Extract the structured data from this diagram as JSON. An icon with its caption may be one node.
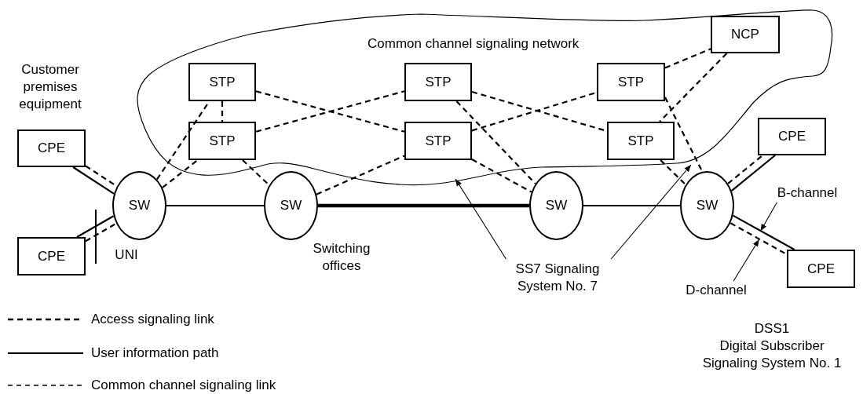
{
  "diagram": {
    "nodes": [
      {
        "text": [
          "Common channel signaling network"
        ]
      },
      {
        "text": [
          "STP"
        ],
        "in": 0
      },
      {
        "text": [
          "STP"
        ],
        "in": 0
      },
      {
        "text": [
          "STP"
        ],
        "in": 0
      },
      {
        "text": [
          "NCP"
        ],
        "in": 0
      },
      {
        "text": [
          "STP"
        ],
        "in": 0
      },
      {
        "text": [
          "STP"
        ],
        "in": 0
      },
      {
        "text": [
          "STP"
        ],
        "in": 0
      },
      {
        "text": [
          "CPE"
        ]
      },
      {
        "text": [
          "CPE"
        ]
      },
      {
        "text": [
          "SW"
        ]
      },
      {
        "text": [
          "SW"
        ]
      },
      {
        "text": [
          "SW"
        ]
      },
      {
        "text": [
          "SW"
        ]
      },
      {
        "text": [
          "CPE"
        ]
      },
      {
        "text": [
          "CPE"
        ]
      },
      {
        "text": [
          "SS7 Signaling System No. 7"
        ]
      },
      {
        "text": [
          "D-channel"
        ]
      },
      {
        "text": [
          "B-channel"
        ]
      }
    ],
    "edges": [
      {
        "from": 8,
        "to": 10,
        "arrow": "none"
      },
      {
        "from": 8,
        "to": 10,
        "arrow": "none",
        "style": "dashed"
      },
      {
        "from": 9,
        "to": 10,
        "arrow": "none"
      },
      {
        "from": 9,
        "to": 10,
        "arrow": "none",
        "style": "dashed"
      },
      {
        "from": 10,
        "to": 11,
        "arrow": "none"
      },
      {
        "from": 11,
        "to": 12,
        "arrow": "none",
        "style": "thick"
      },
      {
        "from": 12,
        "to": 13,
        "arrow": "none"
      },
      {
        "from": 13,
        "to": 14,
        "arrow": "none"
      },
      {
        "from": 13,
        "to": 14,
        "arrow": "none",
        "style": "dashed"
      },
      {
        "from": 13,
        "to": 15,
        "arrow": "none"
      },
      {
        "from": 13,
        "to": 15,
        "arrow": "none",
        "style": "dashed"
      },
      {
        "from": 10,
        "to": 1,
        "arrow": "none",
        "style": "dashed"
      },
      {
        "from": 10,
        "to": 5,
        "arrow": "none",
        "style": "dashed"
      },
      {
        "from": 1,
        "to": 5,
        "arrow": "none",
        "style": "dashed"
      },
      {
        "from": 5,
        "to": 11,
        "arrow": "none",
        "style": "dashed"
      },
      {
        "from": 1,
        "to": 6,
        "arrow": "none",
        "style": "dashed"
      },
      {
        "from": 5,
        "to": 2,
        "arrow": "none",
        "style": "dashed"
      },
      {
        "from": 11,
        "to": 6,
        "arrow": "none",
        "style": "dashed"
      },
      {
        "from": 2,
        "to": 7,
        "arrow": "none",
        "style": "dashed"
      },
      {
        "from": 2,
        "to": 12,
        "arrow": "none",
        "style": "dashed"
      },
      {
        "from": 6,
        "to": 3,
        "arrow": "none",
        "style": "dashed"
      },
      {
        "from": 6,
        "to": 12,
        "arrow": "none",
        "style": "dashed"
      },
      {
        "from": 3,
        "to": 4,
        "arrow": "none",
        "style": "dashed"
      },
      {
        "from": 4,
        "to": 7,
        "arrow": "none",
        "style": "dashed"
      },
      {
        "from": 3,
        "to": 13,
        "arrow": "none",
        "style": "dashed"
      },
      {
        "from": 7,
        "to": 13,
        "arrow": "none",
        "style": "dashed"
      },
      {
        "from": 16,
        "to": 0,
        "arrow": "to"
      },
      {
        "from": 16,
        "to": 0,
        "arrow": "to"
      },
      {
        "from": 17,
        "to": null,
        "arrow": "to"
      },
      {
        "from": 18,
        "to": null,
        "arrow": "to"
      }
    ],
    "labels": [
      "Customer premises equipment",
      "UNI",
      "Switching offices",
      "DSS1",
      "Digital Subscriber Signaling System No. 1"
    ],
    "legend": [
      {
        "text": "Access signaling link"
      },
      {
        "text": "User information path"
      },
      {
        "text": "Common channel signaling link"
      }
    ]
  }
}
